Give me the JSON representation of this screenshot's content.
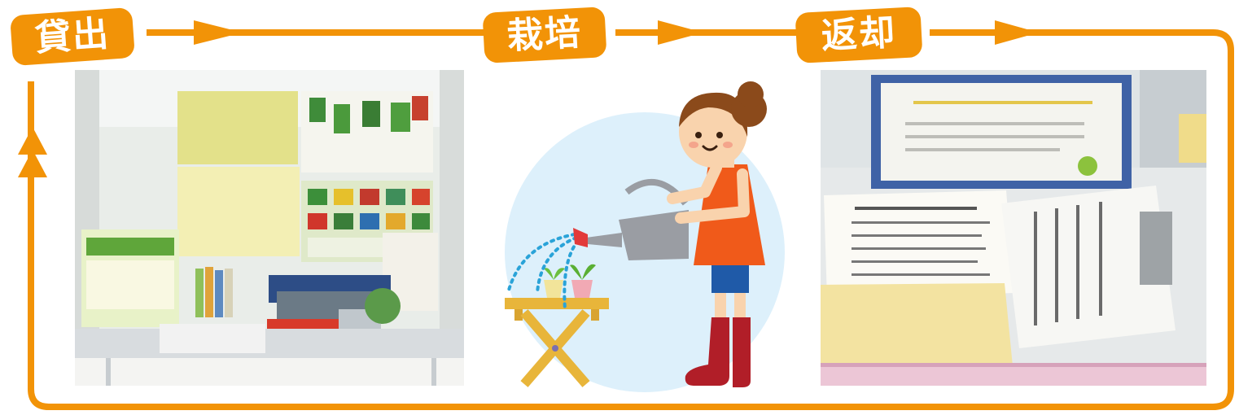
{
  "stages": [
    {
      "label": "貸出"
    },
    {
      "label": "栽培"
    },
    {
      "label": "返却"
    }
  ],
  "colors": {
    "flow_orange": "#f29307",
    "illustration_circle": "#ddf0fb",
    "shirt": "#f05a1a",
    "shorts": "#1f5aa8",
    "boots": "#b11e28",
    "hair": "#8b4a1b",
    "skin": "#f9d3ad",
    "table": "#e8b53a",
    "watering_can": "#9a9da3",
    "water": "#2aa3d8"
  },
  "icons": {
    "flow_arrow": "right-triangle-arrow",
    "return_arrow": "up-triangle-arrow"
  }
}
